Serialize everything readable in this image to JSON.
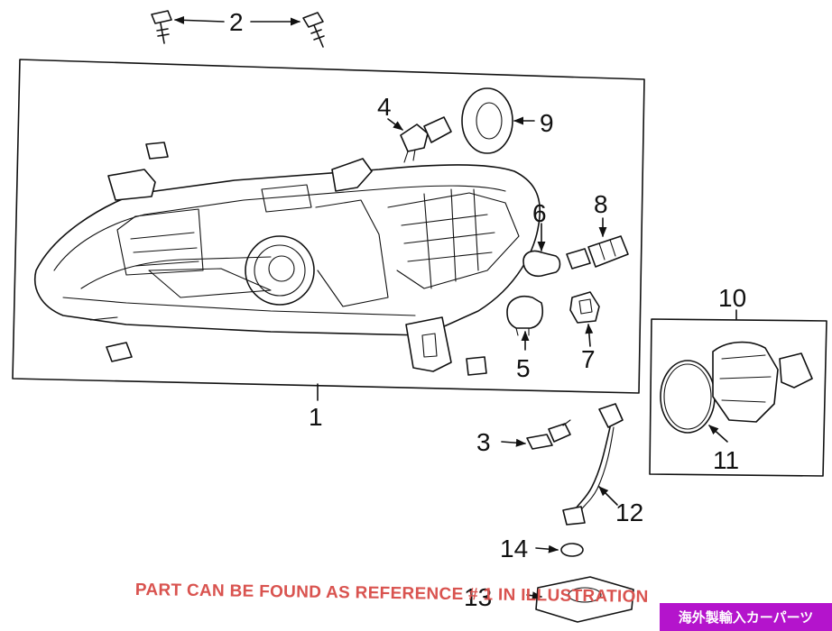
{
  "callouts": {
    "c1": "1",
    "c2": "2",
    "c3": "3",
    "c4": "4",
    "c5": "5",
    "c6": "6",
    "c7": "7",
    "c8": "8",
    "c9": "9",
    "c10": "10",
    "c11": "11",
    "c12": "12",
    "c13": "13",
    "c14": "14"
  },
  "note": "PART CAN BE FOUND AS REFERENCE # 1 IN ILLUSTRATION",
  "badge": "海外製輸入カーパーツ",
  "colors": {
    "note": "#d9534f",
    "badge_bg": "#b414cc",
    "line": "#111111"
  }
}
